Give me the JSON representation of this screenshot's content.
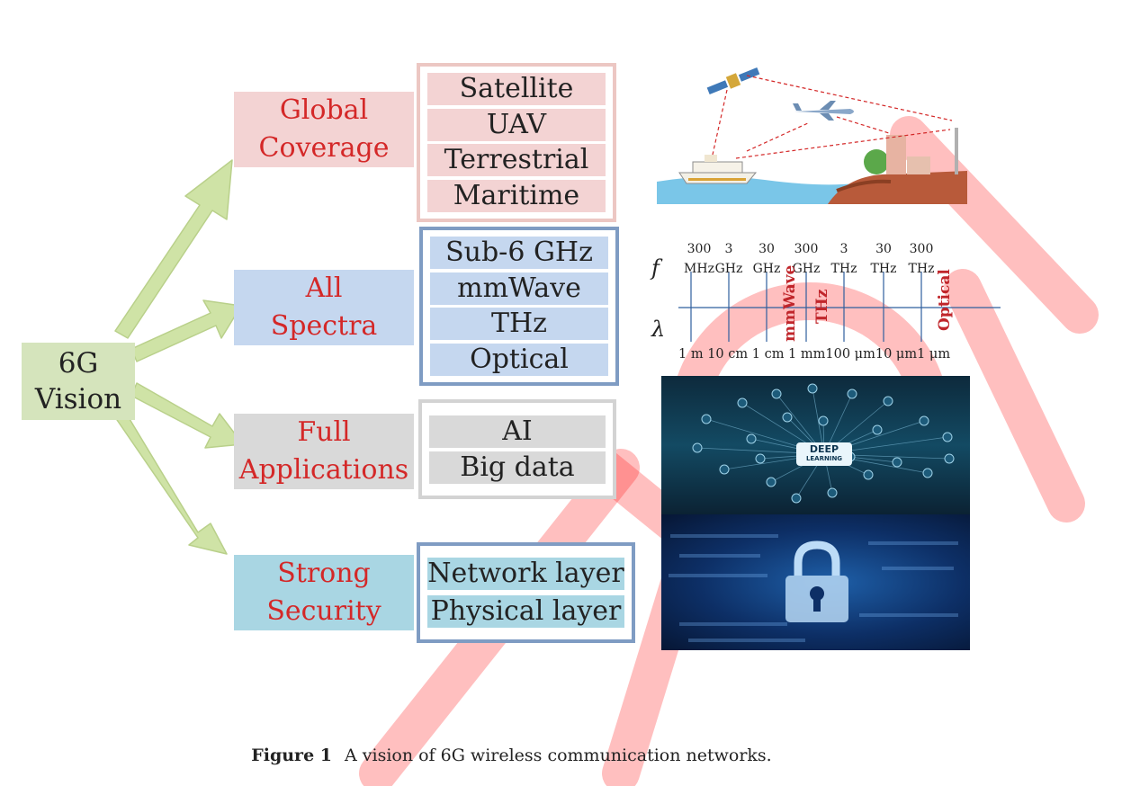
{
  "root": {
    "line1": "6G",
    "line2": "Vision"
  },
  "branches": [
    {
      "label_line1": "Global",
      "label_line2": "Coverage",
      "items": [
        "Satellite",
        "UAV",
        "Terrestrial",
        "Maritime"
      ]
    },
    {
      "label_line1": "All",
      "label_line2": "Spectra",
      "items": [
        "Sub-6 GHz",
        "mmWave",
        "THz",
        "Optical"
      ]
    },
    {
      "label_line1": "Full",
      "label_line2": "Applications",
      "items": [
        "AI",
        "Big data"
      ]
    },
    {
      "label_line1": "Strong",
      "label_line2": "Security",
      "items": [
        "Network layer",
        "Physical layer"
      ]
    }
  ],
  "spectrum": {
    "f_symbol": "f",
    "lambda_symbol": "λ",
    "freq_values": [
      "300",
      "3",
      "30",
      "300",
      "3",
      "30",
      "300"
    ],
    "freq_units": [
      "MHz",
      "GHz",
      "GHz",
      "GHz",
      "THz",
      "THz",
      "THz"
    ],
    "wavelengths": "1 m 10 cm 1 cm 1 mm100 μm10 μm1 μm",
    "bands": [
      "mmWave",
      "THz",
      "Optical"
    ]
  },
  "deep_learning_badge": {
    "line1": "DEEP",
    "line2": "LEARNING"
  },
  "caption": {
    "label": "Figure 1",
    "text": "A vision of 6G wireless communication networks."
  },
  "colors": {
    "accent_red": "#d42828",
    "arrow_green": "#cfe3a6",
    "root_green": "#d5e4bc",
    "coverage_fill": "#f3d3d3",
    "spectra_fill": "#c5d7ef",
    "apps_fill": "#d9d9d9",
    "security_fill": "#a9d6e3"
  }
}
